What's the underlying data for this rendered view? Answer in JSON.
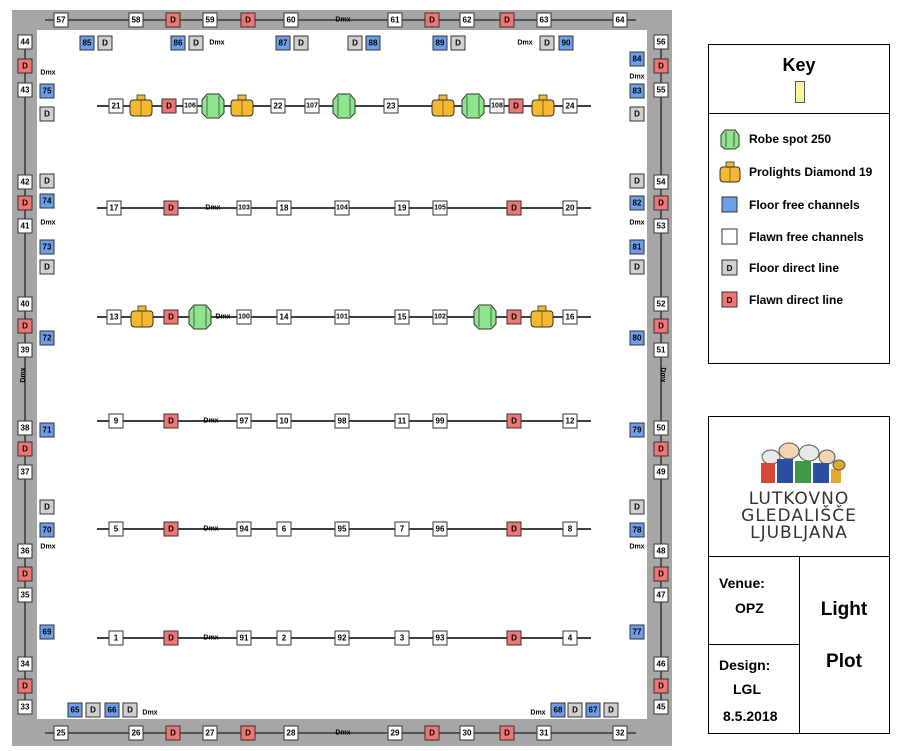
{
  "plot": {
    "top_edge_labels": [
      "57",
      "58",
      "59",
      "60",
      "61",
      "62",
      "63",
      "64"
    ],
    "top_inner_labels": [
      "85",
      "86",
      "87",
      "88",
      "89",
      "90"
    ],
    "bottom_edge_labels": [
      "25",
      "26",
      "27",
      "28",
      "29",
      "30",
      "31",
      "32"
    ],
    "bottom_inner_labels": [
      "65",
      "66",
      "68",
      "67"
    ],
    "left_outer_labels": [
      "44",
      "43",
      "42",
      "41",
      "40",
      "39",
      "38",
      "37",
      "36",
      "35",
      "34",
      "33"
    ],
    "left_inner_labels": [
      "75",
      "74",
      "73",
      "72",
      "71",
      "70",
      "69"
    ],
    "right_outer_labels": [
      "56",
      "55",
      "54",
      "53",
      "52",
      "51",
      "50",
      "49",
      "48",
      "47",
      "46",
      "45"
    ],
    "right_inner_labels": [
      "84",
      "83",
      "82",
      "81",
      "80",
      "79",
      "78",
      "77"
    ],
    "direct_label": "D",
    "dmx_label": "Dmx",
    "pipe1_labels": [
      "21",
      "106",
      "22",
      "107",
      "23",
      "108",
      "24"
    ],
    "pipe2_labels": [
      "17",
      "103",
      "18",
      "104",
      "19",
      "105",
      "20"
    ],
    "pipe3_labels": [
      "13",
      "100",
      "14",
      "101",
      "15",
      "102",
      "16"
    ],
    "pipe4_labels": [
      "9",
      "97",
      "10",
      "98",
      "11",
      "99",
      "12"
    ],
    "pipe5_labels": [
      "5",
      "94",
      "6",
      "95",
      "7",
      "96",
      "8"
    ],
    "pipe6_labels": [
      "1",
      "91",
      "2",
      "92",
      "3",
      "93",
      "4"
    ]
  },
  "key": {
    "title": "Key",
    "items": [
      {
        "label": "Robe spot 250",
        "icon": "robe-spot-icon"
      },
      {
        "label": "Prolights Diamond 19",
        "icon": "diamond-fixture-icon"
      },
      {
        "label": "Floor free channels",
        "icon": "blue-square-icon"
      },
      {
        "label": "Flawn free channels",
        "icon": "white-square-icon"
      },
      {
        "label": "Floor direct line",
        "icon": "grey-d-icon"
      },
      {
        "label": "Flawn direct line",
        "icon": "red-d-icon"
      }
    ]
  },
  "title_block": {
    "logo_line1": "LUTKOVNO",
    "logo_line2": "GLEDALIŠČE",
    "logo_line3": "LJUBLJANA",
    "venue_label": "Venue:",
    "venue_value": "OPZ",
    "design_label": "Design:",
    "design_value": "LGL",
    "date": "8.5.2018",
    "title_line1": "Light",
    "title_line2": "Plot"
  },
  "colors": {
    "border": "#a6a6a6",
    "flawn_direct": "#f07676",
    "floor_free": "#6d9eeb",
    "floor_direct": "#d0d0d0",
    "robe": "#8ee58e",
    "diamond": "#f5b82e"
  }
}
